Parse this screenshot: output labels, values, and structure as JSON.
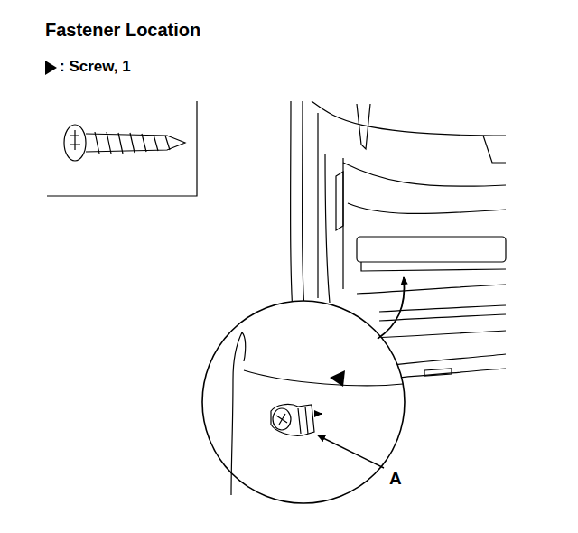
{
  "diagram": {
    "title": "Fastener Location",
    "labels": [
      ": Screw, 1",
      "A"
    ]
  }
}
